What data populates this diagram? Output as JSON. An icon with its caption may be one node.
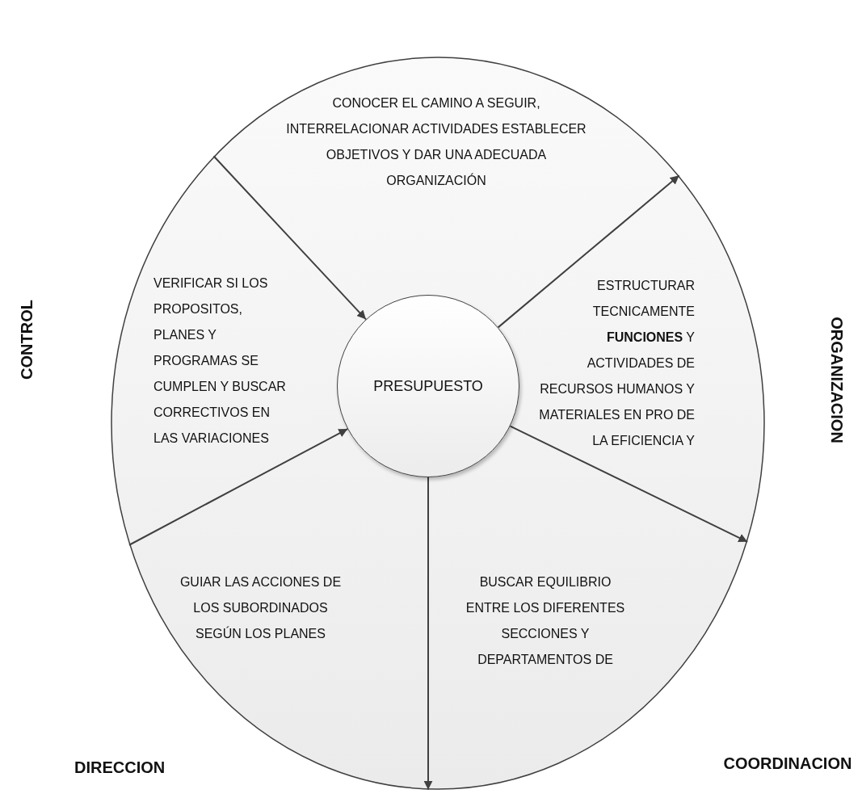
{
  "diagram": {
    "nodes": [
      {
        "text": [],
        "shape": "circle"
      },
      {
        "text": [
          "CONOCER EL CAMINO A SEGUIR, INTERRELACIONAR ACTIVIDADES ESTABLECER OBJETIVOS Y DAR UNA ADECUADA ORGANIZACIÓN"
        ],
        "in": 0
      },
      {
        "text": [
          "VERIFICAR SI LOS PROPOSITOS, PLANES Y PROGRAMAS SE CUMPLEN Y BUSCAR CORRECTIVOS EN LAS VARIACIONES"
        ],
        "in": 0
      },
      {
        "text": [
          "PRESUPUESTO"
        ],
        "in": 0
      },
      {
        "text": [
          "ESTRUCTURAR TECNICAMENTE **FUNCIONES** Y ACTIVIDADES DE RECURSOS HUMANOS Y MATERIALES EN PRO DE LA EFICIENCIA Y"
        ],
        "in": 0
      },
      {
        "text": [
          "GUIAR LAS ACCIONES DE LOS SUBORDINADOS SEGÚN LOS PLANES"
        ],
        "in": 0
      },
      {
        "text": [
          "BUSCAR EQUILIBRIO ENTRE LOS DIFERENTES SECCIONES Y DEPARTAMENTOS DE"
        ],
        "in": 0
      }
    ],
    "edges": [
      {
        "from": 0,
        "to": 3,
        "arrow": "to"
      },
      {
        "from": 3,
        "to": 0,
        "arrow": "to"
      },
      {
        "from": 3,
        "to": 0,
        "arrow": "to"
      },
      {
        "from": 3,
        "to": 0,
        "arrow": "to"
      },
      {
        "from": 0,
        "to": 3,
        "arrow": "to"
      }
    ],
    "labels": [
      "CONTROL",
      "ORGANIZACION",
      "DIRECCION",
      "COORDINACION"
    ]
  }
}
